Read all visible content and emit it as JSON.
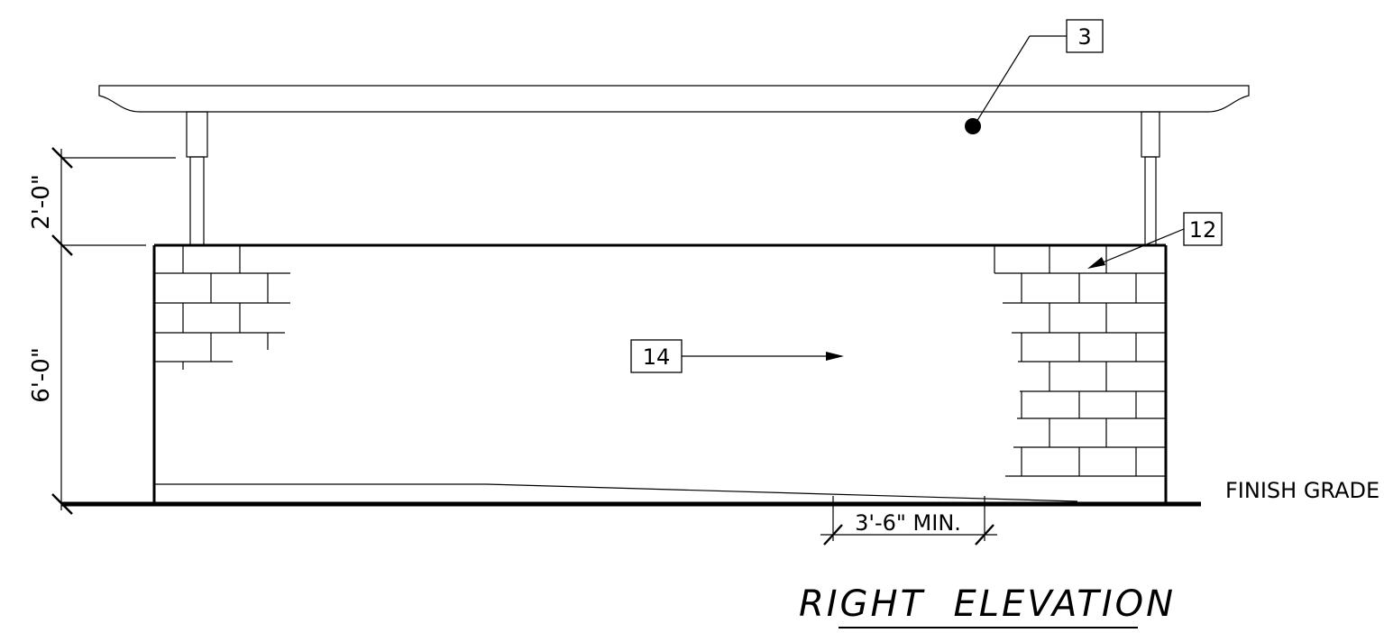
{
  "tags": {
    "roof": "3",
    "brick": "12",
    "wall": "14"
  },
  "dimensions": {
    "post_height": "2'-0\"",
    "wall_height": "6'-0\"",
    "min_clearance": "3'-6\" MIN."
  },
  "labels": {
    "finish_grade": "FINISH GRADE",
    "title": "RIGHT  ELEVATION"
  }
}
